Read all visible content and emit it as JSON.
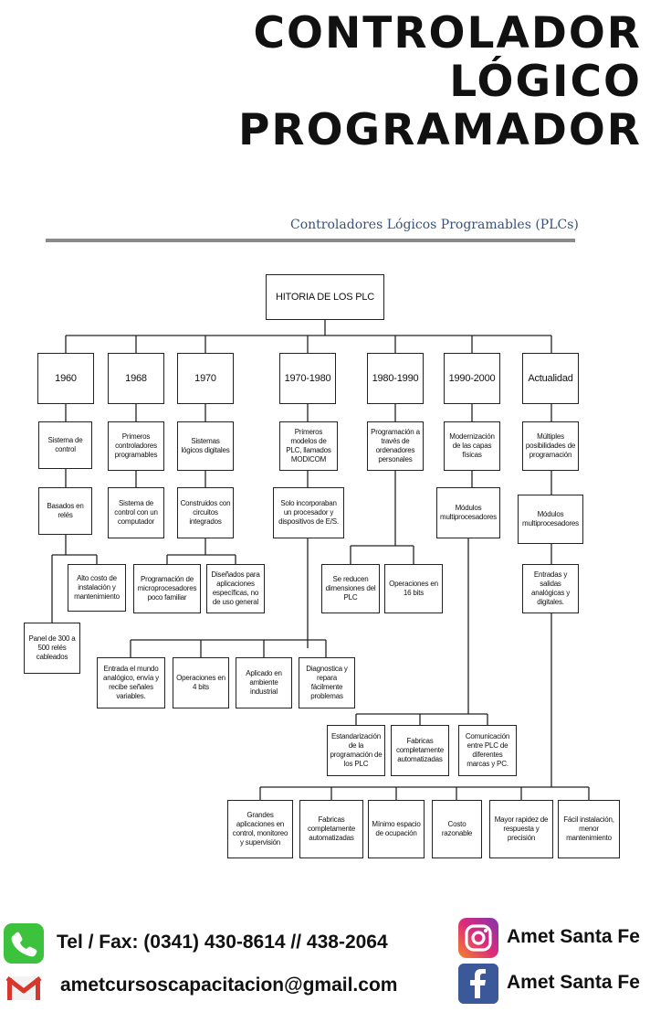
{
  "title": {
    "line1": "CONTROLADOR",
    "line2": "LÓGICO",
    "line3": "PROGRAMADOR"
  },
  "subtitle": "Controladores Lógicos Programables (PLCs)",
  "diagram": {
    "root": "HITORIA DE LOS PLC",
    "years": [
      "1960",
      "1968",
      "1970",
      "1970-1980",
      "1980-1990",
      "1990-2000",
      "Actualidad"
    ],
    "nodes": {
      "c1960_a": "Sistema de control",
      "c1960_b": "Basados en relés",
      "c1960_c": "Alto costo de instalación y mantenimiento",
      "c1960_d": "Panel de 300 a 500 relés cableados",
      "c1968_a": "Primeros controladores programables",
      "c1968_b": "Sistema de control con un computador",
      "c1970_a": "Sistemas lógicos digitales",
      "c1970_b": "Construidos con circuitos integrados",
      "c1970_c": "Programación de microprocesadores poco familiar",
      "c1970_d": "Diseñados para aplicaciones específicas, no de uso general",
      "c7080_a": "Primeros modelos de PLC, llamados MODICOM",
      "c7080_b": "Solo incorporaban un procesador y dispositivos de E/S.",
      "c7080_c": "Entrada el mundo analógico, envía y recibe señales variables.",
      "c7080_d": "Operaciones en 4 bits",
      "c7080_e": "Aplicado en ambiente industrial",
      "c7080_f": "Diagnostica y repara fácilmente problemas",
      "c8090_a": "Programación a través de ordenadores personales",
      "c8090_b": "Se reducen dimensiones del PLC",
      "c8090_c": "Operaciones en 16 bits",
      "c9000_a": "Modernización de las capas físicas",
      "c9000_b": "Módulos multiprocesadores",
      "c9000_c": "Estandarización de la programación de los PLC",
      "c9000_d": "Fabricas completamente automatizadas",
      "c9000_e": "Comunicación entre PLC de diferentes marcas y PC.",
      "cact_a": "Múltiples posibilidades de programación",
      "cact_b": "Módulos multiprocesadores",
      "cact_c": "Entradas y salidas analógicas y digitales.",
      "cact_d": "Grandes aplicaciones en control, monitoreo y supervisión",
      "cact_e": "Fabricas completamente automatizadas",
      "cact_f": "Mínimo espacio de ocupación",
      "cact_g": "Costo razonable",
      "cact_h": "Mayor rapidez de respuesta y precisión",
      "cact_i": "Fácil instalación, menor mantenimiento"
    }
  },
  "footer": {
    "phone": "Tel / Fax:  (0341) 430-8614 // 438-2064",
    "email": "ametcursoscapacitacion@gmail.com",
    "instagram": "Amet Santa  Fe",
    "facebook": "Amet Santa  Fe",
    "icons": [
      "phone-icon",
      "gmail-icon",
      "instagram-icon",
      "facebook-icon"
    ],
    "colors": {
      "phone": "#3cc23c",
      "gmail": "#d8372b",
      "facebook": "#3b5998",
      "instagram_a": "#f58529",
      "instagram_b": "#8134af"
    }
  }
}
